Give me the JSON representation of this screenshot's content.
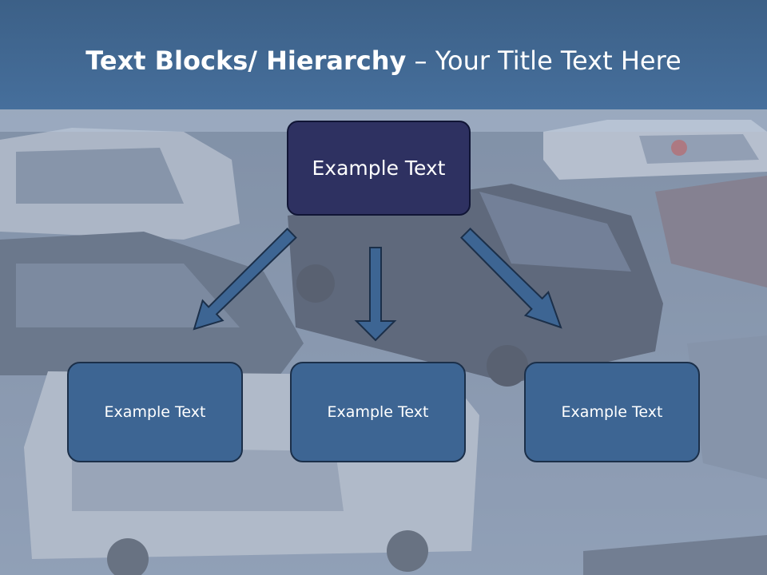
{
  "slide": {
    "title_bold": "Text Blocks/ Hierarchy",
    "title_dash": " – ",
    "title_rest": "Your Title Text Here"
  },
  "hierarchy": {
    "root": {
      "label": "Example Text"
    },
    "children": [
      {
        "label": "Example Text"
      },
      {
        "label": "Example Text"
      },
      {
        "label": "Example Text"
      }
    ]
  },
  "colors": {
    "title_bar": "#3f6490",
    "root_fill": "#2e3161",
    "child_fill": "#3d6593",
    "arrow_fill": "#3d6593"
  }
}
